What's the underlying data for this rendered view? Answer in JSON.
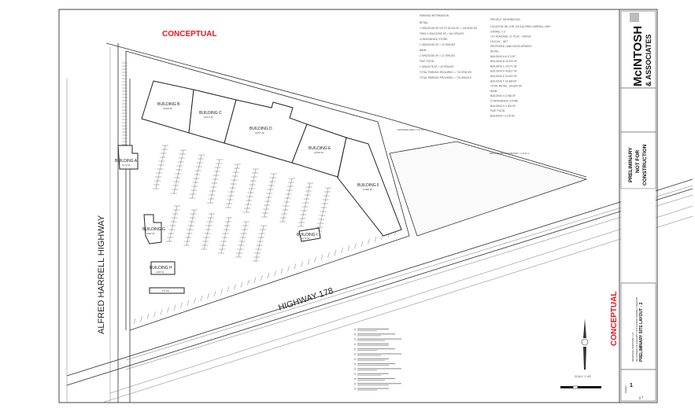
{
  "stamps": {
    "conceptual_top": "CONCEPTUAL",
    "conceptual_side": "CONCEPTUAL"
  },
  "roads": {
    "highway_178": "HIGHWAY 178",
    "alfred_harrell": "ALFRED HARRELL HIGHWAY"
  },
  "buildings": [
    {
      "name": "BUILDING A",
      "area": "6,173 SF"
    },
    {
      "name": "BUILDING B",
      "area": "24,000 SF"
    },
    {
      "name": "BUILDING C",
      "area": "20,071 SF"
    },
    {
      "name": "BUILDING D",
      "area": "40,827 SF"
    },
    {
      "name": "BUILDING E",
      "area": "24,094 SF"
    },
    {
      "name": "BUILDING F",
      "area": "24,980 SF"
    },
    {
      "name": "BUILDING G",
      "area": "4,962 SF"
    },
    {
      "name": "BUILDING H",
      "area": "4,300 SF"
    },
    {
      "name": "BUILDING I",
      "area": "3,178 SF"
    }
  ],
  "pylon_label": "PYLON",
  "annotations": {
    "expanded_area": "EXPANDED AREA = 0.47 AC ±",
    "row_acquisition": "RIGHT OF WAY ACQUISITION = 2.72 AC ±"
  },
  "parking_info": {
    "title": "PARKING INFORMATION",
    "lines": [
      "RETAIL:",
      "1 SPACE/200 SF UP TO 25,000 SF =      125 SPACES",
      "THEN 1 SPACE/250 SF           =      464 SPACES",
      "CONVENIENCE STORE:",
      "1 SPACE/200 SF                =       22 SPACES",
      "BANK:",
      "1 SPACE/300 SF                =       17 SPACES",
      "FAST FOOD:",
      "1 SPACE/75 SF                 =       43 SPACES",
      "TOTAL PARKING REQUIRED:       =      721 SPACES",
      "TOTAL PARKING PROVIDED:       =      723 SPACES"
    ]
  },
  "project_info": {
    "title": "PROJECT INFORMATION",
    "lines": [
      "LOCATION: NE COR 178 & ALFRED HARRELL HWY",
      "ZONING: C-2",
      "LOT ACREAGE:   21.75 AC - GROSS",
      "               19.04 AC - NET",
      "PROPOSED LAND DEVELOPMENT:",
      "RETAIL:",
      "BUILDING A      6,173 SF",
      "BUILDING B     24,000 SF",
      "BUILDING C     20,071 SF",
      "BUILDING D     40,827 SF",
      "BUILDING E     24,094 SF",
      "BUILDING F     24,980 SF",
      "TOTAL RETAIL:     150,844 SF",
      "BANK:",
      "BUILDING G      4,962 SF",
      "CONVENIENCE STORE:",
      "BUILDING H      4,300 SF",
      "FAST FOOD:",
      "BUILDING I      3,178 SF"
    ]
  },
  "title_block": {
    "firm_line1": "McINTOSH",
    "firm_line2": "& ASSOCIATES",
    "preliminary": [
      "PRELIMINARY",
      "NOT FOR",
      "CONSTRUCTION"
    ],
    "client": "ROSEDALE SHOPPING, LLC",
    "project_desc": "NE CORNER OF HIGHWAY 178 & ALFRED HARRELL HIGHWAY",
    "sheet_title": "PRELIMINARY SITE LAYOUT - 2",
    "sheet_label": "SHEET",
    "sheet_number": "1",
    "of_label": "OF",
    "total_sheets": "1"
  },
  "scale": {
    "text": "SCALE: 1\"=60'"
  }
}
